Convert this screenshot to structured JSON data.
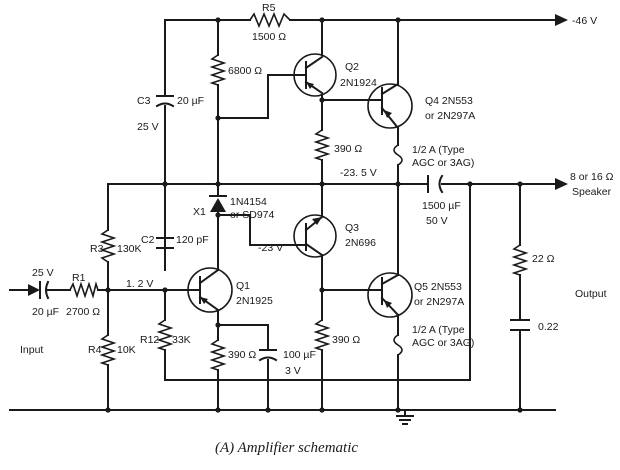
{
  "caption": "(A) Amplifier schematic",
  "rails": {
    "supply": "-46 V",
    "speaker": "8 or 16 Ω",
    "speaker_word": "Speaker",
    "input": "Input",
    "output": "Output"
  },
  "resistors": {
    "r5": "R5",
    "r5_val": "1500 Ω",
    "r6800": "6800 Ω",
    "r390_q2": "390 Ω",
    "r3": "R3",
    "r3_val": "130K",
    "r1": "R1",
    "r1_val": "2700 Ω",
    "r4": "R4",
    "r4_val": "10K",
    "r12": "R12",
    "r12_val": "33K",
    "r390_q1": "390 Ω",
    "r390_q5": "390 Ω",
    "r22": "22 Ω"
  },
  "capacitors": {
    "c3": "C3",
    "c3_val": "20 µF",
    "c3_volt": "25 V",
    "c2": "C2",
    "c2_val": "120 pF",
    "c_in_volt": "25 V",
    "c_in_val": "20 µF",
    "c_out_val": "1500 µF",
    "c_out_volt": "50 V",
    "c_emit_val": "100 µF",
    "c_emit_volt": "3 V",
    "c_zobel": "0.22"
  },
  "transistors": {
    "q1": "Q1",
    "q1_type": "2N1925",
    "q2": "Q2",
    "q2_type": "2N1924",
    "q3": "Q3",
    "q3_type": "2N696",
    "q4": "Q4  2N553",
    "q4_alt": "or 2N297A",
    "q5": "Q5  2N553",
    "q5_alt": "or 2N297A"
  },
  "diode": {
    "x1": "X1",
    "type": "1N4154",
    "alt": "or SD974"
  },
  "fuses": {
    "f1_a": "1/2 A (Type",
    "f1_b": "AGC or 3AG)",
    "f2_a": "1/2 A (Type",
    "f2_b": "AGC or 3AG)"
  },
  "voltages": {
    "mid": "-23. 5 V",
    "q3_base": "-23 V",
    "q1_base": "1. 2 V"
  }
}
